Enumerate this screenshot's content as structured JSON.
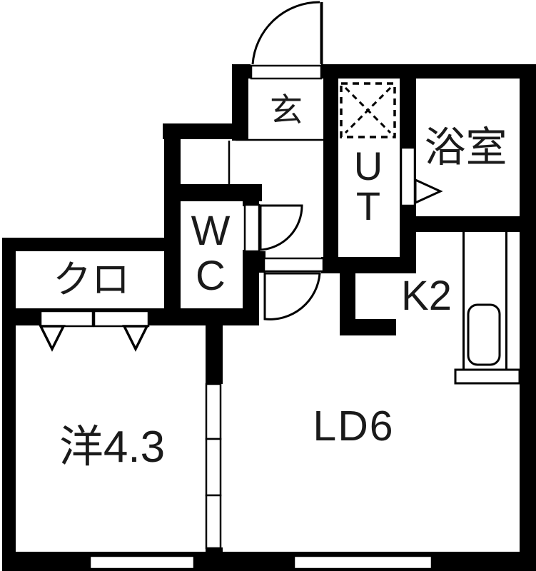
{
  "colors": {
    "wall": "#000000",
    "background": "#ffffff",
    "text": "#1a1a1a"
  },
  "rooms": {
    "genkan": {
      "label": "玄"
    },
    "utility": {
      "label": "UT"
    },
    "bathroom": {
      "label": "浴室"
    },
    "toilet": {
      "label": "WC"
    },
    "closet": {
      "label": "クロ"
    },
    "kitchen": {
      "label": "K2"
    },
    "western_room": {
      "label": "洋4.3"
    },
    "living_dining": {
      "label": "LD6"
    }
  }
}
